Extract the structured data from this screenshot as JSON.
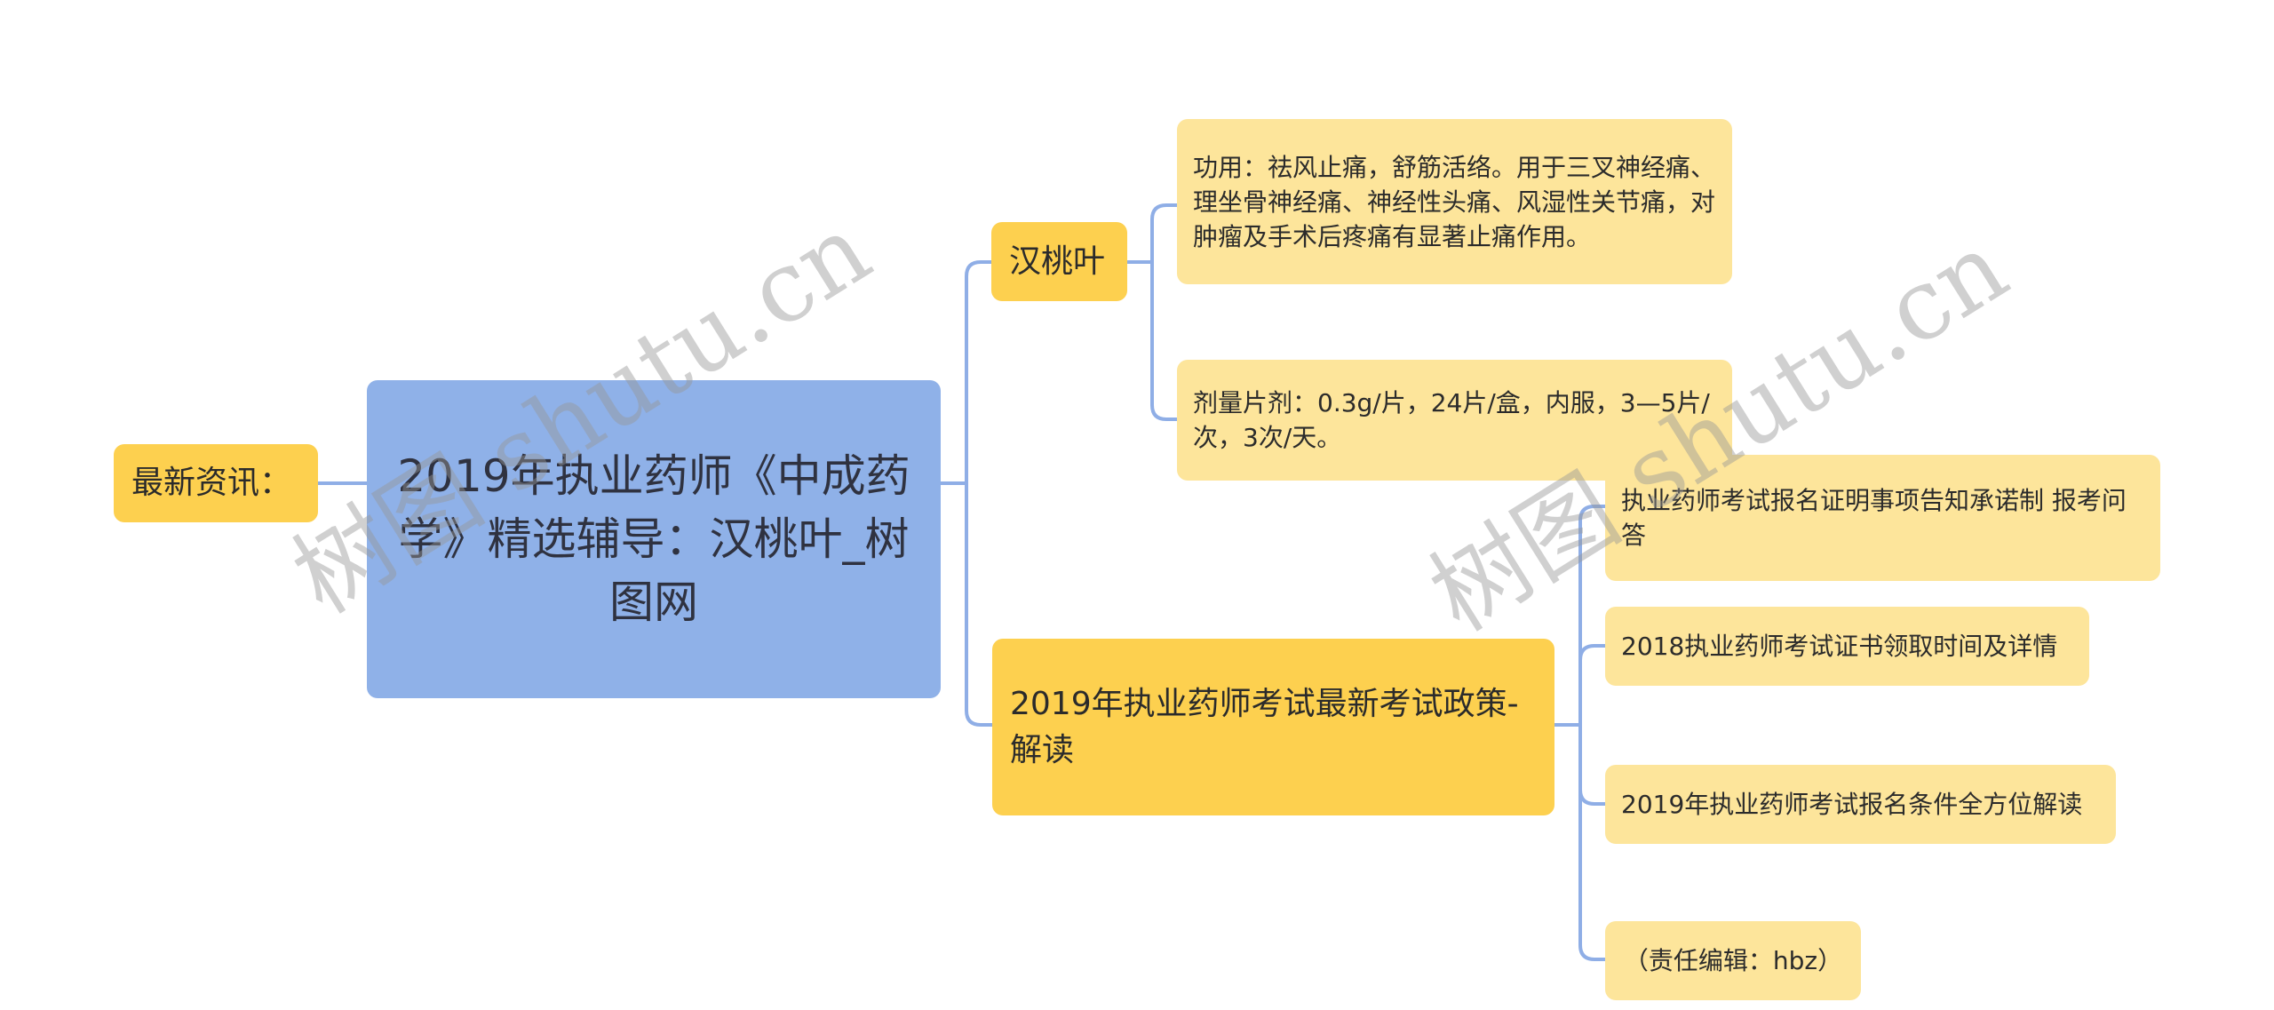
{
  "colors": {
    "root_bg": "#8fb1e8",
    "primary_bg": "#fdd04f",
    "secondary_bg": "#fde59b",
    "line": "#8faee6",
    "text": "#2b2b2b"
  },
  "left_node": {
    "label": "最新资讯："
  },
  "root": {
    "title": "2019年执业药师《中成药学》精选辅导：汉桃叶_树图网"
  },
  "branches": [
    {
      "label": "汉桃叶",
      "children": [
        {
          "text": "功用：祛风止痛，舒筋活络。用于三叉神经痛、理坐骨神经痛、神经性头痛、风湿性关节痛，对肿瘤及手术后疼痛有显著止痛作用。"
        },
        {
          "text": "剂量片剂：0.3g/片，24片/盒，内服，3—5片/次，3次/天。"
        }
      ]
    },
    {
      "label": "2019年执业药师考试最新考试政策-解读",
      "children": [
        {
          "text": "执业药师考试报名证明事项告知承诺制 报考问答"
        },
        {
          "text": "2018执业药师考试证书领取时间及详情"
        },
        {
          "text": "2019年执业药师考试报名条件全方位解读"
        },
        {
          "text": "（责任编辑：hbz）"
        }
      ]
    }
  ],
  "watermark": {
    "text": "树图 shutu.cn"
  }
}
